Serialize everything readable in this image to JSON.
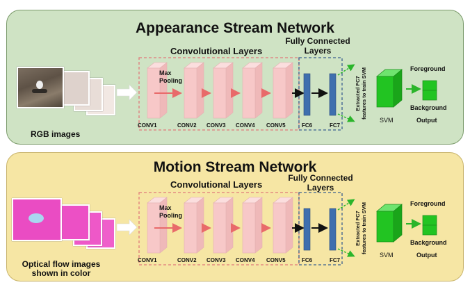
{
  "appearance": {
    "title": "Appearance Stream Network",
    "conv_title": "Convolutional Layers",
    "fc_title": "Fully Connected\nLayers",
    "input_label": "RGB images",
    "pool_label": "Max\nPooling",
    "conv_layers": [
      "CONV1",
      "CONV2",
      "CONV3",
      "CONV4",
      "CONV5"
    ],
    "fc_layers": [
      "FC6",
      "FC7"
    ],
    "fc7_label": "Extracted FC7\nfeatures to train SVM",
    "svm_label": "SVM",
    "output_label": "Output",
    "foreground": "Foreground",
    "background": "Background"
  },
  "motion": {
    "title": "Motion Stream Network",
    "conv_title": "Convolutional Layers",
    "fc_title": "Fully Connected\nLayers",
    "input_label": "Optical flow images\nshown in color",
    "pool_label": "Max\nPooling",
    "conv_layers": [
      "CONV1",
      "CONV2",
      "CONV3",
      "CONV4",
      "CONV5"
    ],
    "fc_layers": [
      "FC6",
      "FC7"
    ],
    "fc7_label": "Extracted FC7\nfeatures to train SVM",
    "svm_label": "SVM",
    "output_label": "Output",
    "foreground": "Foreground",
    "background": "Background"
  },
  "colors": {
    "panel_top": "#cfe3c4",
    "panel_bottom": "#f6e6a4",
    "conv_fill": "#f7c8c8",
    "fc_fill": "#3f6fae",
    "svm_fill": "#22c422",
    "arrow_red": "#e86a6a",
    "arrow_green": "#2bb52b",
    "dash_pink": "#e07a7a",
    "dash_blue": "#3b5f8f"
  }
}
